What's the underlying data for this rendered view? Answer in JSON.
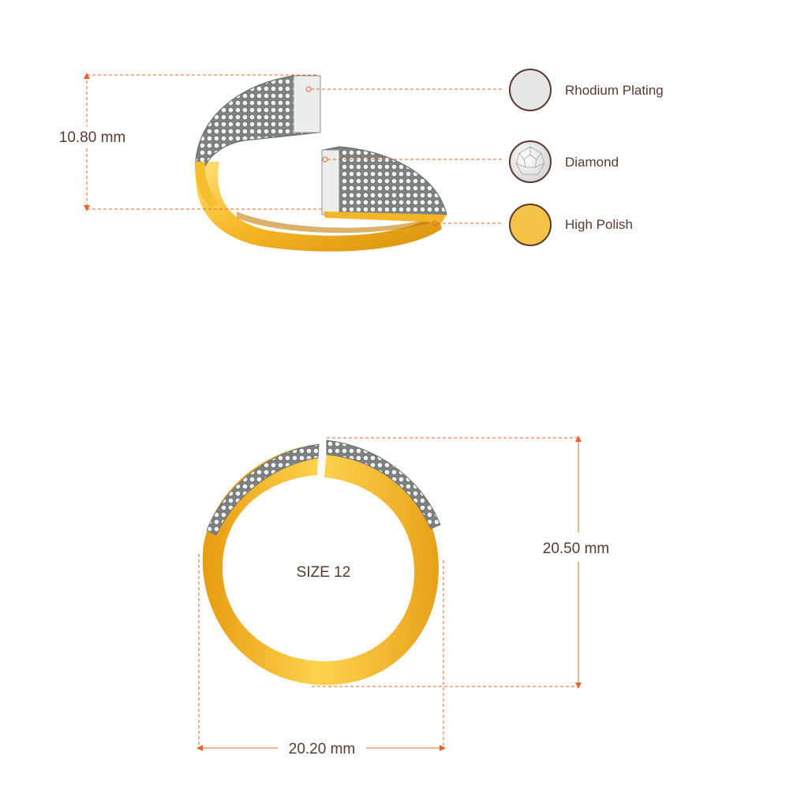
{
  "dimensions": {
    "height": "10.80 mm",
    "ring_height": "20.50 mm",
    "ring_width": "20.20 mm"
  },
  "size_label": "SIZE 12",
  "legend": [
    {
      "label": "Rhodium Plating",
      "swatch": "rhodium-swatch-icon",
      "color": "#e6e6e6"
    },
    {
      "label": "Diamond",
      "swatch": "diamond-swatch-icon",
      "color": "#f4f4f4"
    },
    {
      "label": "High Polish",
      "swatch": "gold-swatch-icon",
      "color": "#f5c24a"
    }
  ],
  "colors": {
    "dimension_line": "#e8642a",
    "text": "#5a3a2e",
    "gold_light": "#ffd24a",
    "gold_dark": "#e09a10"
  }
}
